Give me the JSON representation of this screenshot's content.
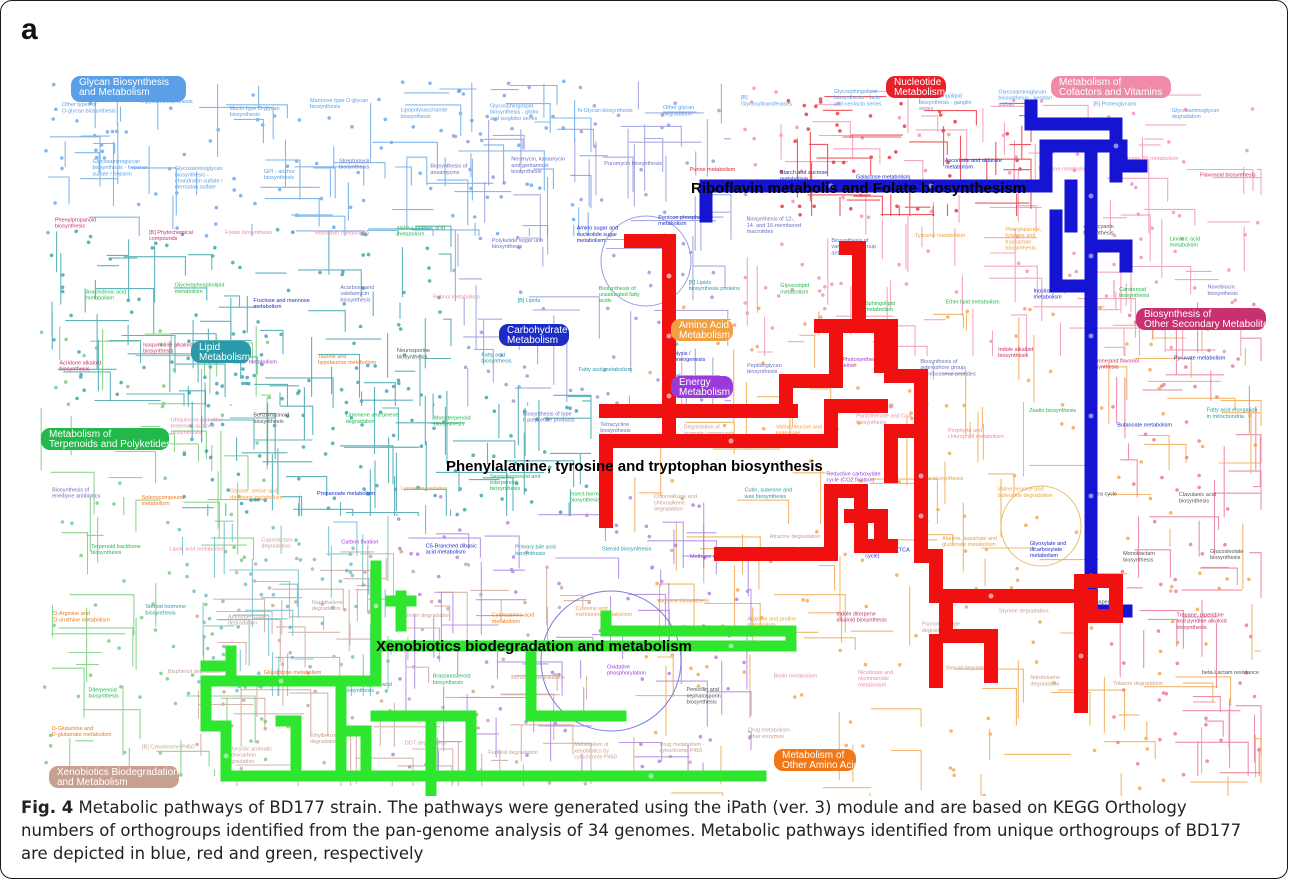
{
  "panel_letter": "a",
  "caption": {
    "label": "Fig. 4",
    "text": " Metabolic pathways of BD177 strain. The pathways were generated using the iPath (ver. 3) module and are based on KEGG Orthology numbers of orthogroups identified from the pan-genome analysis of 34 genomes. Metabolic pathways identified from unique orthogroups of BD177 are depicted in blue, red and green, respectively"
  },
  "highlight_labels": {
    "blue": "Riboflavin metabolis and Folate biosynthesism",
    "red": "Phenylalanine, tyrosine and tryptophan biosynthesis",
    "green": "Xenobiotics biodegradation and metabolism"
  },
  "colors": {
    "blue_highlight": "#1414d2",
    "red_highlight": "#f01010",
    "green_highlight": "#2ee62e",
    "glycan": "#5aa0e8",
    "lipid": "#2a9aa8",
    "terpenoid": "#22b84a",
    "carbohydrate": "#1c2cc8",
    "amino_acid": "#f0a040",
    "energy": "#9a3ad8",
    "nucleotide": "#e8202a",
    "cofactors": "#f08aa8",
    "secondary": "#c83070",
    "xenobiotics": "#c8a090",
    "other_amino": "#f07818"
  },
  "category_labels": [
    {
      "id": "glycan",
      "lines": [
        "Glycan Biosynthesis",
        "and Metabolism"
      ]
    },
    {
      "id": "nucleotide",
      "lines": [
        "Nucleotide",
        "Metabolism"
      ]
    },
    {
      "id": "cofactors",
      "lines": [
        "Metabolism of",
        "Cofactors and Vitamins"
      ]
    },
    {
      "id": "secondary",
      "lines": [
        "Biosynthesis of",
        "Other Secondary Metabolites"
      ]
    },
    {
      "id": "carbohydrate",
      "lines": [
        "Carbohydrate",
        "Metabolism"
      ]
    },
    {
      "id": "amino_acid",
      "lines": [
        "Amino Acid",
        "Metabolism"
      ]
    },
    {
      "id": "energy",
      "lines": [
        "Energy",
        "Metabolism"
      ]
    },
    {
      "id": "lipid",
      "lines": [
        "Lipid",
        "Metabolism"
      ]
    },
    {
      "id": "terpenoid",
      "lines": [
        "Metabolism of",
        "Terpenoids and Polyketides"
      ]
    },
    {
      "id": "xenobiotics",
      "lines": [
        "Xenobiotics Biodegradation",
        "and Metabolism"
      ]
    },
    {
      "id": "other_amino",
      "lines": [
        "Metabolism of",
        "Other Amino Acid"
      ]
    }
  ],
  "pathway_labels": [
    {
      "text": "Other types of O-glycan biosynthesis",
      "color": "#5aa0e8"
    },
    {
      "text": "Various types of N-glycan biosynthesis",
      "color": "#5aa0e8"
    },
    {
      "text": "Mucin type O-glycan biosynthesis",
      "color": "#5aa0e8"
    },
    {
      "text": "Mannose type O-glycan biosynthesis",
      "color": "#5aa0e8"
    },
    {
      "text": "Lipopolysaccharide biosynthesis",
      "color": "#5aa0e8"
    },
    {
      "text": "Glycosphingolipid biosynthesis - globo and isoglobo series",
      "color": "#5aa0e8"
    },
    {
      "text": "N-Glycan biosynthesis",
      "color": "#5aa0e8"
    },
    {
      "text": "Other glycan degradation",
      "color": "#5aa0e8"
    },
    {
      "text": "[B] Glycosyltransferases",
      "color": "#5aa0e8"
    },
    {
      "text": "Glycosphingolipid biosynthesis - lacto and neolacto series",
      "color": "#5aa0e8"
    },
    {
      "text": "Glycosphingolipid biosynthesis - ganglio series",
      "color": "#5aa0e8"
    },
    {
      "text": "Glycosaminoglycan biosynthesis - keratan sulfate",
      "color": "#5aa0e8"
    },
    {
      "text": "[B] Proteoglycans",
      "color": "#5aa0e8"
    },
    {
      "text": "Glycosaminoglycan degradation",
      "color": "#5aa0e8"
    },
    {
      "text": "Glycosaminoglycan biosynthesis - heparan sulfate / heparin",
      "color": "#5aa0e8"
    },
    {
      "text": "Glycosaminoglycan biosynthesis - chondroitin sulfate / dermatan sulfate",
      "color": "#5aa0e8"
    },
    {
      "text": "GPI - anchor biosynthesis",
      "color": "#5aa0e8"
    },
    {
      "text": "Streptomycin biosynthesis",
      "color": "#6a70c8"
    },
    {
      "text": "Biosynthesis of ansamycins",
      "color": "#6a70c8"
    },
    {
      "text": "Neomycin, kanamycin and gentamicin biosynthesis",
      "color": "#6a70c8"
    },
    {
      "text": "Puromycin biosynthesis",
      "color": "#6a70c8"
    },
    {
      "text": "Purine metabolism",
      "color": "#e8202a"
    },
    {
      "text": "Starch and sucrose metabolism",
      "color": "#1c2cc8"
    },
    {
      "text": "Galactose metabolism",
      "color": "#1c2cc8"
    },
    {
      "text": "Ascorbate and aldarate metabolism",
      "color": "#1c2cc8"
    },
    {
      "text": "Thiamine metabolism",
      "color": "#f08aa8"
    },
    {
      "text": "Vitamin B6 metabolism",
      "color": "#f08aa8"
    },
    {
      "text": "Flavonoid biosynthesis",
      "color": "#c83070"
    },
    {
      "text": "Phenylpropanoid biosynthesis",
      "color": "#c83070"
    },
    {
      "text": "[B] Phytochemical compounds",
      "color": "#c83070"
    },
    {
      "text": "Folate biosynthesis",
      "color": "#f08aa8"
    },
    {
      "text": "Riboflavin metabolism",
      "color": "#f08aa8"
    },
    {
      "text": "alpha-Linolenic acid metabolism",
      "color": "#22b84a"
    },
    {
      "text": "Polyketide sugar unit biosynthesis",
      "color": "#6a70c8"
    },
    {
      "text": "Amino sugar and nucleotide sugar metabolism",
      "color": "#1c2cc8"
    },
    {
      "text": "Pentose phosphate metabolism",
      "color": "#1c2cc8"
    },
    {
      "text": "Biosynthesis of 12-, 14- and 16-membered macrolides",
      "color": "#6a70c8"
    },
    {
      "text": "Biosynthesis of vancomycin group antibiotics",
      "color": "#6a70c8"
    },
    {
      "text": "Tyrosine metabolism",
      "color": "#f0a040"
    },
    {
      "text": "Phenylalanine, tyrosine and tryptophan biosynthesis",
      "color": "#f0a040"
    },
    {
      "text": "Anthocyanin biosynthesis",
      "color": "#555555"
    },
    {
      "text": "Linoleic acid metabolism",
      "color": "#22b84a"
    },
    {
      "text": "Arachidonic acid metabolism",
      "color": "#22b84a"
    },
    {
      "text": "Glycerophospholipid metabolism",
      "color": "#22b84a"
    },
    {
      "text": "Fructose and mannose metabolism",
      "color": "#1c2cc8"
    },
    {
      "text": "Acarbose and validamycin biosynthesis",
      "color": "#6a70c8"
    },
    {
      "text": "Retinol metabolism",
      "color": "#f08aa8"
    },
    {
      "text": "[B] Lipids",
      "color": "#2a9aa8"
    },
    {
      "text": "Biosynthesis of unsaturated fatty acids",
      "color": "#22b84a"
    },
    {
      "text": "[B] Lipids biosynthesis proteins",
      "color": "#2a9aa8"
    },
    {
      "text": "Glycerolipid metabolism",
      "color": "#22b84a"
    },
    {
      "text": "Sphingolipid metabolism",
      "color": "#22b84a"
    },
    {
      "text": "Ether lipid metabolism",
      "color": "#22b84a"
    },
    {
      "text": "Inositol phosphate metabolism",
      "color": "#1c2cc8"
    },
    {
      "text": "Carotenoid biosynthesis",
      "color": "#22b84a"
    },
    {
      "text": "Novobiocin biosynthesis",
      "color": "#6a70c8"
    },
    {
      "text": "Acridone alkaloid biosynthesis",
      "color": "#c83070"
    },
    {
      "text": "Isoquinoline alkaloid biosynthesis",
      "color": "#c83070"
    },
    {
      "text": "Sulfur metabolism",
      "color": "#9a3ad8"
    },
    {
      "text": "Taurine and hypotaurine metabolism",
      "color": "#f07818"
    },
    {
      "text": "Neurosporine biosynthesis",
      "color": "#555555"
    },
    {
      "text": "Fatty acid biosynthesis",
      "color": "#2a9aa8"
    },
    {
      "text": "Fatty acid metabolism",
      "color": "#2a9aa8"
    },
    {
      "text": "Glycolysis / Gluconeogenesis",
      "color": "#1c2cc8"
    },
    {
      "text": "Peptidoglycan biosynthesis",
      "color": "#6a70c8"
    },
    {
      "text": "[B] Photosynthesis proteins",
      "color": "#9a3ad8"
    },
    {
      "text": "Biosynthesis of siderophore group nonribosomal peptides",
      "color": "#6a70c8"
    },
    {
      "text": "Indole alkaloid biosynthesis",
      "color": "#c83070"
    },
    {
      "text": "Flavone and flavonol biosynthesis",
      "color": "#c83070"
    },
    {
      "text": "Pyruvate metabolism",
      "color": "#1c2cc8"
    },
    {
      "text": "Phosphonate and phosphinate metabolism",
      "color": "#f07818"
    },
    {
      "text": "Ubiquinone and other terpenoid-quinone biosynthesis",
      "color": "#f08aa8"
    },
    {
      "text": "Benzoxazinoid biosynthesis",
      "color": "#555555"
    },
    {
      "text": "Limonene and pinene degradation",
      "color": "#22b84a"
    },
    {
      "text": "Monoterpenoid biosynthesis",
      "color": "#22b84a"
    },
    {
      "text": "Biosynthesis of type II polyketide products",
      "color": "#6a70c8"
    },
    {
      "text": "Tetracycline biosynthesis",
      "color": "#6a70c8"
    },
    {
      "text": "Degradation of aromatic compounds",
      "color": "#c8a090"
    },
    {
      "text": "Valine, leucine and isoleucine biosynthesis",
      "color": "#f0a040"
    },
    {
      "text": "Pantothenate and CoA biosynthesis",
      "color": "#f08aa8"
    },
    {
      "text": "Porphyrin and chlorophyll metabolism",
      "color": "#f08aa8"
    },
    {
      "text": "Zeatin biosynthesis",
      "color": "#22b84a"
    },
    {
      "text": "Butanoate metabolism",
      "color": "#1c2cc8"
    },
    {
      "text": "Fatty acid elongation in mitochondria",
      "color": "#2a9aa8"
    },
    {
      "text": "Biosynthesis of enediyne antibiotics",
      "color": "#6a70c8"
    },
    {
      "text": "Selenocompound metabolism",
      "color": "#f07818"
    },
    {
      "text": "Glycine, serine and threonine metabolism",
      "color": "#f0a040"
    },
    {
      "text": "Propanoate metabolism",
      "color": "#1c2cc8"
    },
    {
      "text": "Lysine degradation",
      "color": "#f0a040"
    },
    {
      "text": "Sesquiterpenoid and triterpenoid biosynthesis",
      "color": "#22b84a"
    },
    {
      "text": "Insect hormone biosynthesis",
      "color": "#22b84a"
    },
    {
      "text": "Chloroalkane and chloroalkene degradation",
      "color": "#c8a090"
    },
    {
      "text": "Cutin, suberine and wax biosynthesis",
      "color": "#2a9aa8"
    },
    {
      "text": "Reductive carboxylate cycle (CO2 fixation)",
      "color": "#9a3ad8"
    },
    {
      "text": "Lysine biosynthesis",
      "color": "#f0a040"
    },
    {
      "text": "Valine, leucine and isoleucine degradation",
      "color": "#f0a040"
    },
    {
      "text": "Urea cycle",
      "color": "#555555"
    },
    {
      "text": "Clavulanic acid biosynthesis",
      "color": "#555555"
    },
    {
      "text": "Terpenoid backbone biosynthesis",
      "color": "#22b84a"
    },
    {
      "text": "Lipoic acid metabolism",
      "color": "#f08aa8"
    },
    {
      "text": "Caprolactam degradation",
      "color": "#c8a090"
    },
    {
      "text": "Carbon fixation",
      "color": "#9a3ad8"
    },
    {
      "text": "C5-Branched dibasic acid metabolism",
      "color": "#1c2cc8"
    },
    {
      "text": "Primary bile acid biosynthesis",
      "color": "#2a9aa8"
    },
    {
      "text": "Steroid biosynthesis",
      "color": "#2a9aa8"
    },
    {
      "text": "Methane metabolism",
      "color": "#9a3ad8"
    },
    {
      "text": "Atrazine degradation",
      "color": "#c8a090"
    },
    {
      "text": "Citrate cycle (TCA cycle)",
      "color": "#1c2cc8"
    },
    {
      "text": "Alanine, aspartate and glutamate metabolism",
      "color": "#f0a040"
    },
    {
      "text": "Glyoxylate and dicarboxylate metabolism",
      "color": "#1c2cc8"
    },
    {
      "text": "Monobactam biosynthesis",
      "color": "#555555"
    },
    {
      "text": "Glucosinolate biosynthesis",
      "color": "#555555"
    },
    {
      "text": "D-Arginine and D-ornithine metabolism",
      "color": "#f07818"
    },
    {
      "text": "Steroid hormone biosynthesis",
      "color": "#2a9aa8"
    },
    {
      "text": "Aminobenzoate degradation",
      "color": "#c8a090"
    },
    {
      "text": "Naphthalene degradation",
      "color": "#c8a090"
    },
    {
      "text": "Dioxin degradation",
      "color": "#c8a090"
    },
    {
      "text": "Cyanoamino acid metabolism",
      "color": "#f07818"
    },
    {
      "text": "Cysteine and methionine metabolism",
      "color": "#f0a040"
    },
    {
      "text": "Arginine biosynthesis",
      "color": "#f0a040"
    },
    {
      "text": "Arginine and proline metabolism",
      "color": "#f0a040"
    },
    {
      "text": "Indole diterpene alkaloid biosynthesis",
      "color": "#c83070"
    },
    {
      "text": "Fluorobenzoate degradation",
      "color": "#c8a090"
    },
    {
      "text": "Styrene degradation",
      "color": "#c8a090"
    },
    {
      "text": "Carbapenem biosynthesis",
      "color": "#555555"
    },
    {
      "text": "Tropane, piperidine and pyridine alkaloid biosynthesis",
      "color": "#c83070"
    },
    {
      "text": "Diterpenoid biosynthesis",
      "color": "#22b84a"
    },
    {
      "text": "Bisphenol degradation",
      "color": "#c8a090"
    },
    {
      "text": "Glutathione metabolism",
      "color": "#f07818"
    },
    {
      "text": "Secondary bile acid biosynthesis",
      "color": "#2a9aa8"
    },
    {
      "text": "Brassinosteroid biosynthesis",
      "color": "#22b84a"
    },
    {
      "text": "Benzoate degradation",
      "color": "#c8a090"
    },
    {
      "text": "Oxidative phosphorylation",
      "color": "#9a3ad8"
    },
    {
      "text": "Penicillin and cephalosporin biosynthesis",
      "color": "#555555"
    },
    {
      "text": "Biotin metabolism",
      "color": "#f08aa8"
    },
    {
      "text": "Nicotinate and nicotinamide metabolism",
      "color": "#f08aa8"
    },
    {
      "text": "Steroid degradation",
      "color": "#c8a090"
    },
    {
      "text": "Nitrotoluene degradation",
      "color": "#c8a090"
    },
    {
      "text": "Toluene degradation",
      "color": "#c8a090"
    },
    {
      "text": "beta-Lactam resistance",
      "color": "#555555"
    },
    {
      "text": "D-Glutamine and D-glutamate metabolism",
      "color": "#f07818"
    },
    {
      "text": "[B] Cytochrome P450",
      "color": "#c8a090"
    },
    {
      "text": "Polycyclic aromatic hydrocarbon degradation",
      "color": "#c8a090"
    },
    {
      "text": "Ethylbenzene degradation",
      "color": "#c8a090"
    },
    {
      "text": "DDT degradation",
      "color": "#c8a090"
    },
    {
      "text": "Furfural degradation",
      "color": "#c8a090"
    },
    {
      "text": "Metabolism of xenobiotics by cytochrome P450",
      "color": "#c8a090"
    },
    {
      "text": "Drug metabolism - cytochrome P450",
      "color": "#c8a090"
    },
    {
      "text": "Drug metabolism - other enzymes",
      "color": "#c8a090"
    }
  ]
}
